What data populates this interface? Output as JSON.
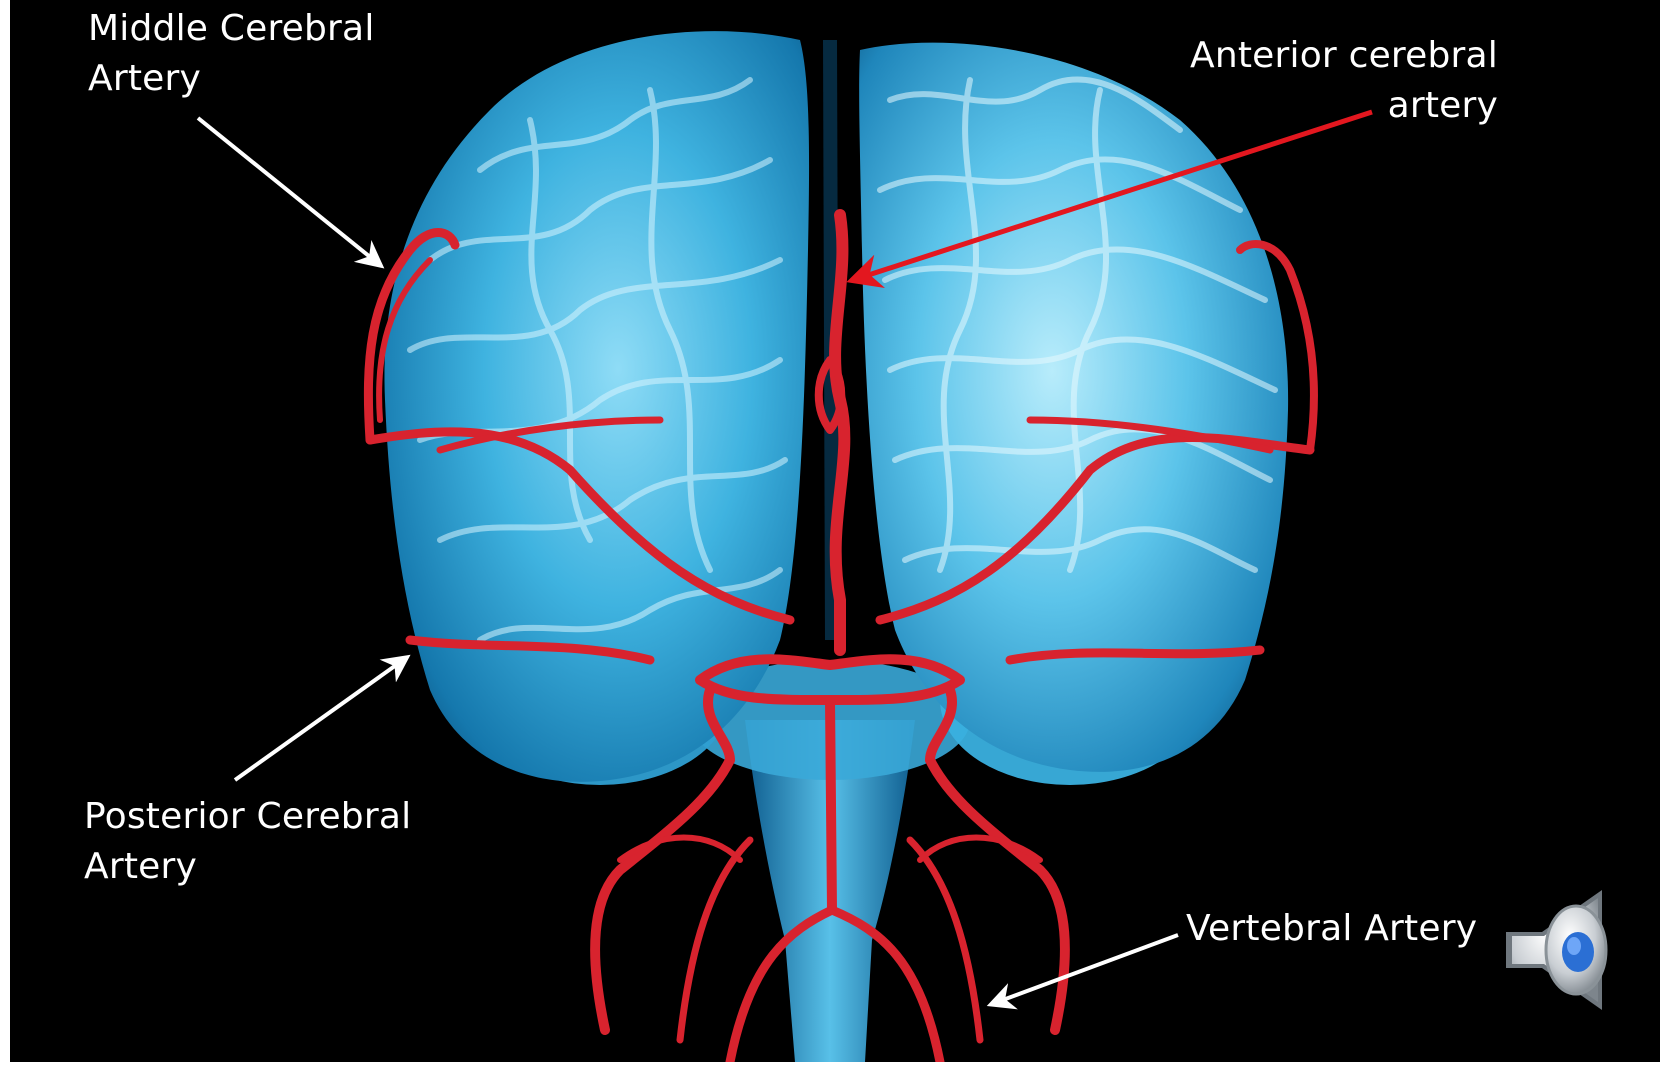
{
  "labels": {
    "middle_cerebral": [
      "Middle Cerebral",
      "Artery"
    ],
    "anterior_cerebral": [
      "Anterior cerebral",
      "artery"
    ],
    "posterior_cerebral": [
      "Posterior Cerebral",
      "Artery"
    ],
    "vertebral": "Vertebral Artery"
  },
  "colors": {
    "background": "#000000",
    "brain_blue": "#3fb3e0",
    "artery_red": "#d8232e",
    "label_text": "#ffffff",
    "anterior_pointer": "#e3171f"
  },
  "icons": {
    "audio": "speaker-icon"
  }
}
